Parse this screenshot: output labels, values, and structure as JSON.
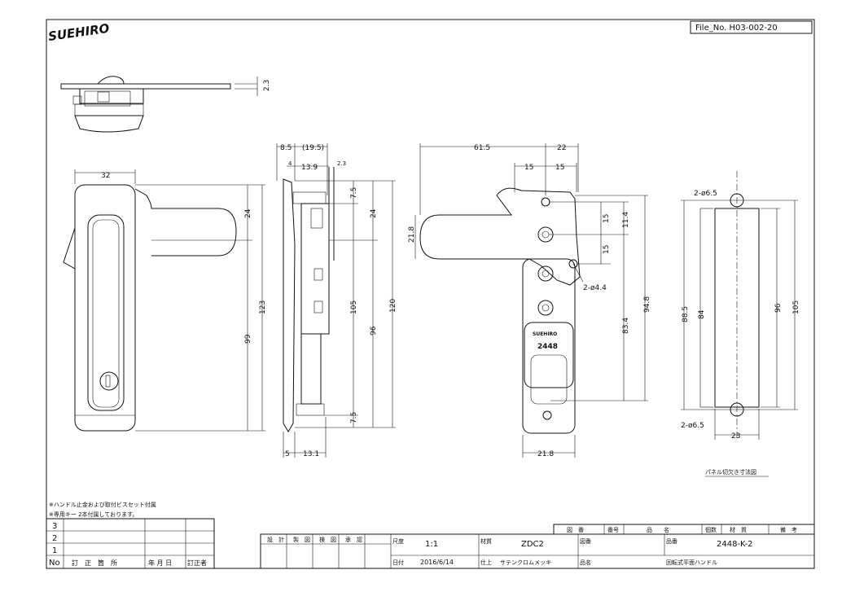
{
  "header": {
    "logo_text": "SUEHIRO",
    "file_no": "File_No. H03-002-20"
  },
  "dims": {
    "top_thk": "2.3",
    "front_w": "32",
    "front_h_top": "24",
    "front_h_99": "99",
    "front_h_123": "123",
    "side_85": "8.5",
    "side_195": "(19.5)",
    "side_4": "4",
    "side_139": "13.9",
    "side_23": "2.3",
    "side_75a": "7.5",
    "side_24": "24",
    "side_105": "105",
    "side_96": "96",
    "side_120": "120",
    "side_75b": "7.5",
    "side_5": "5",
    "side_131": "13.1",
    "rear_615": "61.5",
    "rear_22": "22",
    "rear_15a": "15",
    "rear_15b": "15",
    "rear_218a": "21.8",
    "rear_15c": "15",
    "rear_114": "11.4",
    "rear_15d": "15",
    "rear_hole": "2-ø4.4",
    "rear_834": "83.4",
    "rear_948": "94.8",
    "rear_218b": "21.8",
    "rear_stamp": "2448",
    "cut_hole_top": "2-ø6.5",
    "cut_885": "88.5",
    "cut_84": "84",
    "cut_96": "96",
    "cut_105": "105",
    "cut_hole_bot": "2-ø6.5",
    "cut_23": "23",
    "cut_title": "パネル切欠き寸法図"
  },
  "notes": [
    "※ハンドル止金および取付ビスセット付属",
    "※専用キー 2本付属しております。"
  ],
  "revision": {
    "rows": [
      "3",
      "2",
      "1"
    ],
    "headers": [
      "No",
      "訂　正　箇　所",
      "年 月 日",
      "訂正者"
    ]
  },
  "titleblock": {
    "design": "設　計",
    "draft": "製　図",
    "check": "検　図",
    "approve": "承　認",
    "scale_label": "尺度",
    "scale_value": "1:1",
    "material_label": "材質",
    "material_value": "ZDC2",
    "drawing_label": "図番",
    "part_no_label": "品番",
    "part_no_value": "2448-K-2",
    "date_label": "日付",
    "date_value": "2016/6/14",
    "finish_label": "仕上",
    "finish_value": "サテンクロムメッキ",
    "name_label": "品名",
    "name_value": "回転式平面ハンドル",
    "parts_headers": [
      "図　番",
      "番号",
      "品　　名",
      "個数",
      "材　質",
      "備　考"
    ]
  }
}
